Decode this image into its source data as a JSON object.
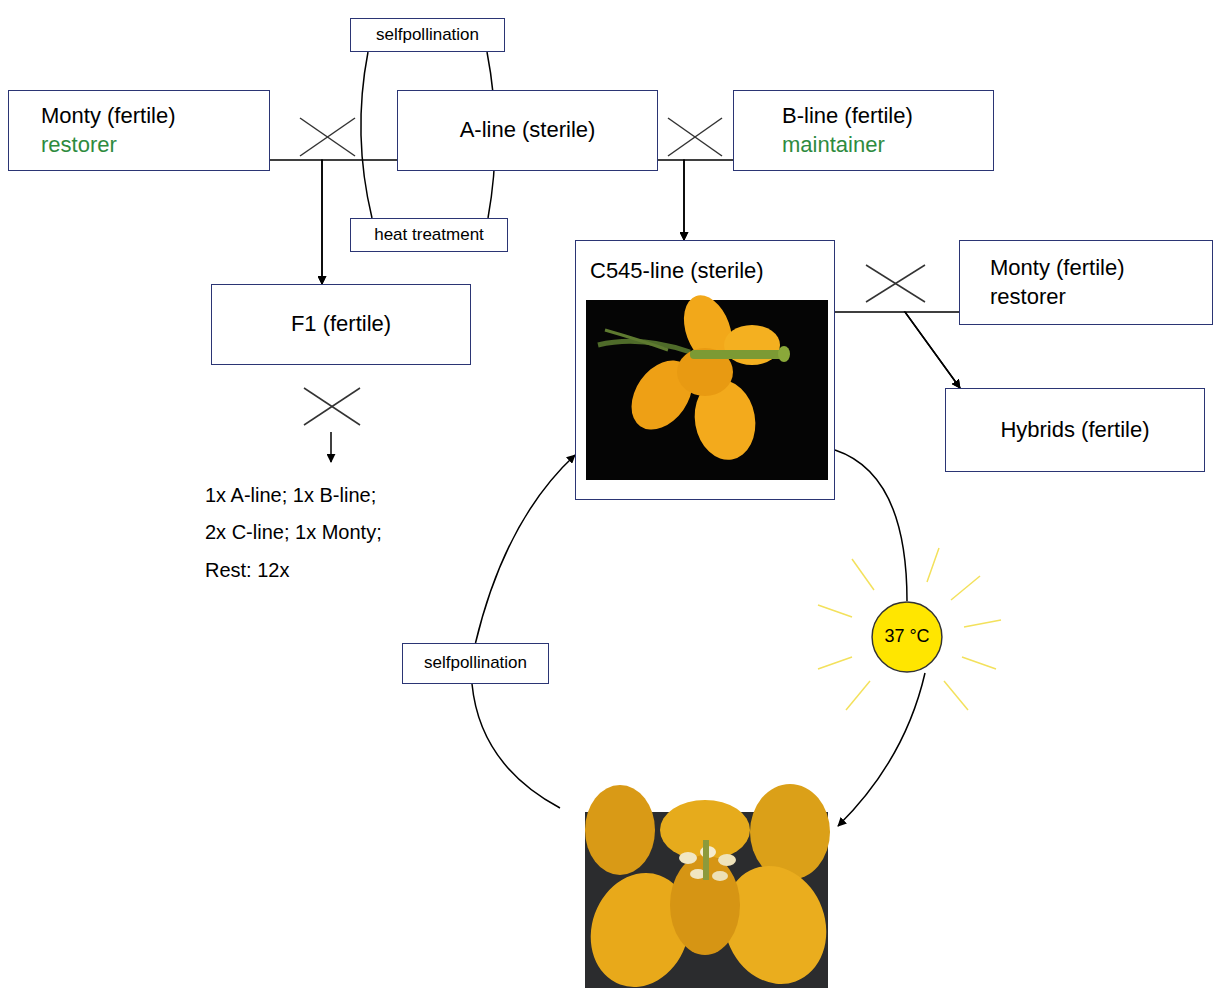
{
  "diagram": {
    "nodes": [
      {
        "text": [
          "selfpollination"
        ]
      },
      {
        "text": [
          "Monty (fertile)",
          "restorer"
        ]
      },
      {
        "text": [
          "A-line (sterile)"
        ]
      },
      {
        "text": [
          "B-line (fertile)",
          "maintainer"
        ]
      },
      {
        "text": [
          "heat treatment"
        ]
      },
      {
        "text": [
          "C545-line (sterile)"
        ]
      },
      {
        "text": [
          "Monty (fertile)",
          "restorer"
        ]
      },
      {
        "text": [
          "F1 (fertile)"
        ]
      },
      {
        "text": [
          "Hybrids (fertile)"
        ]
      },
      {
        "text": [
          "37 °C"
        ]
      },
      {
        "text": [
          "selfpollination"
        ]
      }
    ],
    "edges": [
      {
        "from": 0,
        "to": 4,
        "arrow": "none"
      },
      {
        "from": 1,
        "to": 7,
        "arrow": "to"
      },
      {
        "from": 2,
        "to": 7,
        "arrow": "to"
      },
      {
        "from": 2,
        "to": 5,
        "arrow": "to"
      },
      {
        "from": 3,
        "to": 5,
        "arrow": "to"
      },
      {
        "from": 5,
        "to": 8,
        "arrow": "to"
      },
      {
        "from": 6,
        "to": 8,
        "arrow": "to"
      },
      {
        "from": 5,
        "to": 9,
        "arrow": "none"
      },
      {
        "from": 10,
        "to": 5,
        "arrow": "to"
      }
    ],
    "labels": [
      "1x A-line; 1x B-line;",
      "2x C-line; 1x Monty;",
      "Rest: 12x"
    ]
  }
}
